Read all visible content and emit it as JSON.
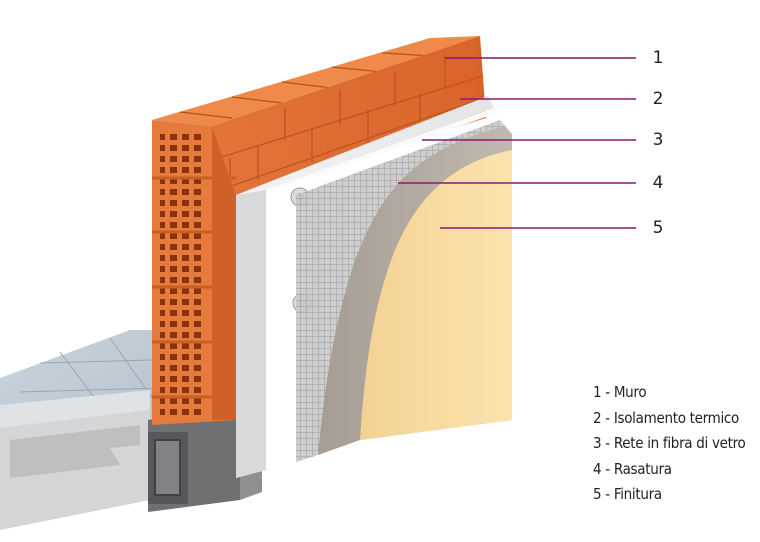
{
  "callouts": [
    {
      "number": "1"
    },
    {
      "number": "2"
    },
    {
      "number": "3"
    },
    {
      "number": "4"
    },
    {
      "number": "5"
    }
  ],
  "legend": [
    "1 - Muro",
    "2 - Isolamento termico",
    "3 - Rete in fibra di vetro",
    "4 - Rasatura",
    "5 - Finitura"
  ],
  "colors": {
    "brick": "#e07233",
    "insulation": "#ecedee",
    "mesh": "#b9babb",
    "skim_coat": "#b4ada5",
    "finish": "#f6d99d",
    "leader_line": "#8a1a6e"
  }
}
